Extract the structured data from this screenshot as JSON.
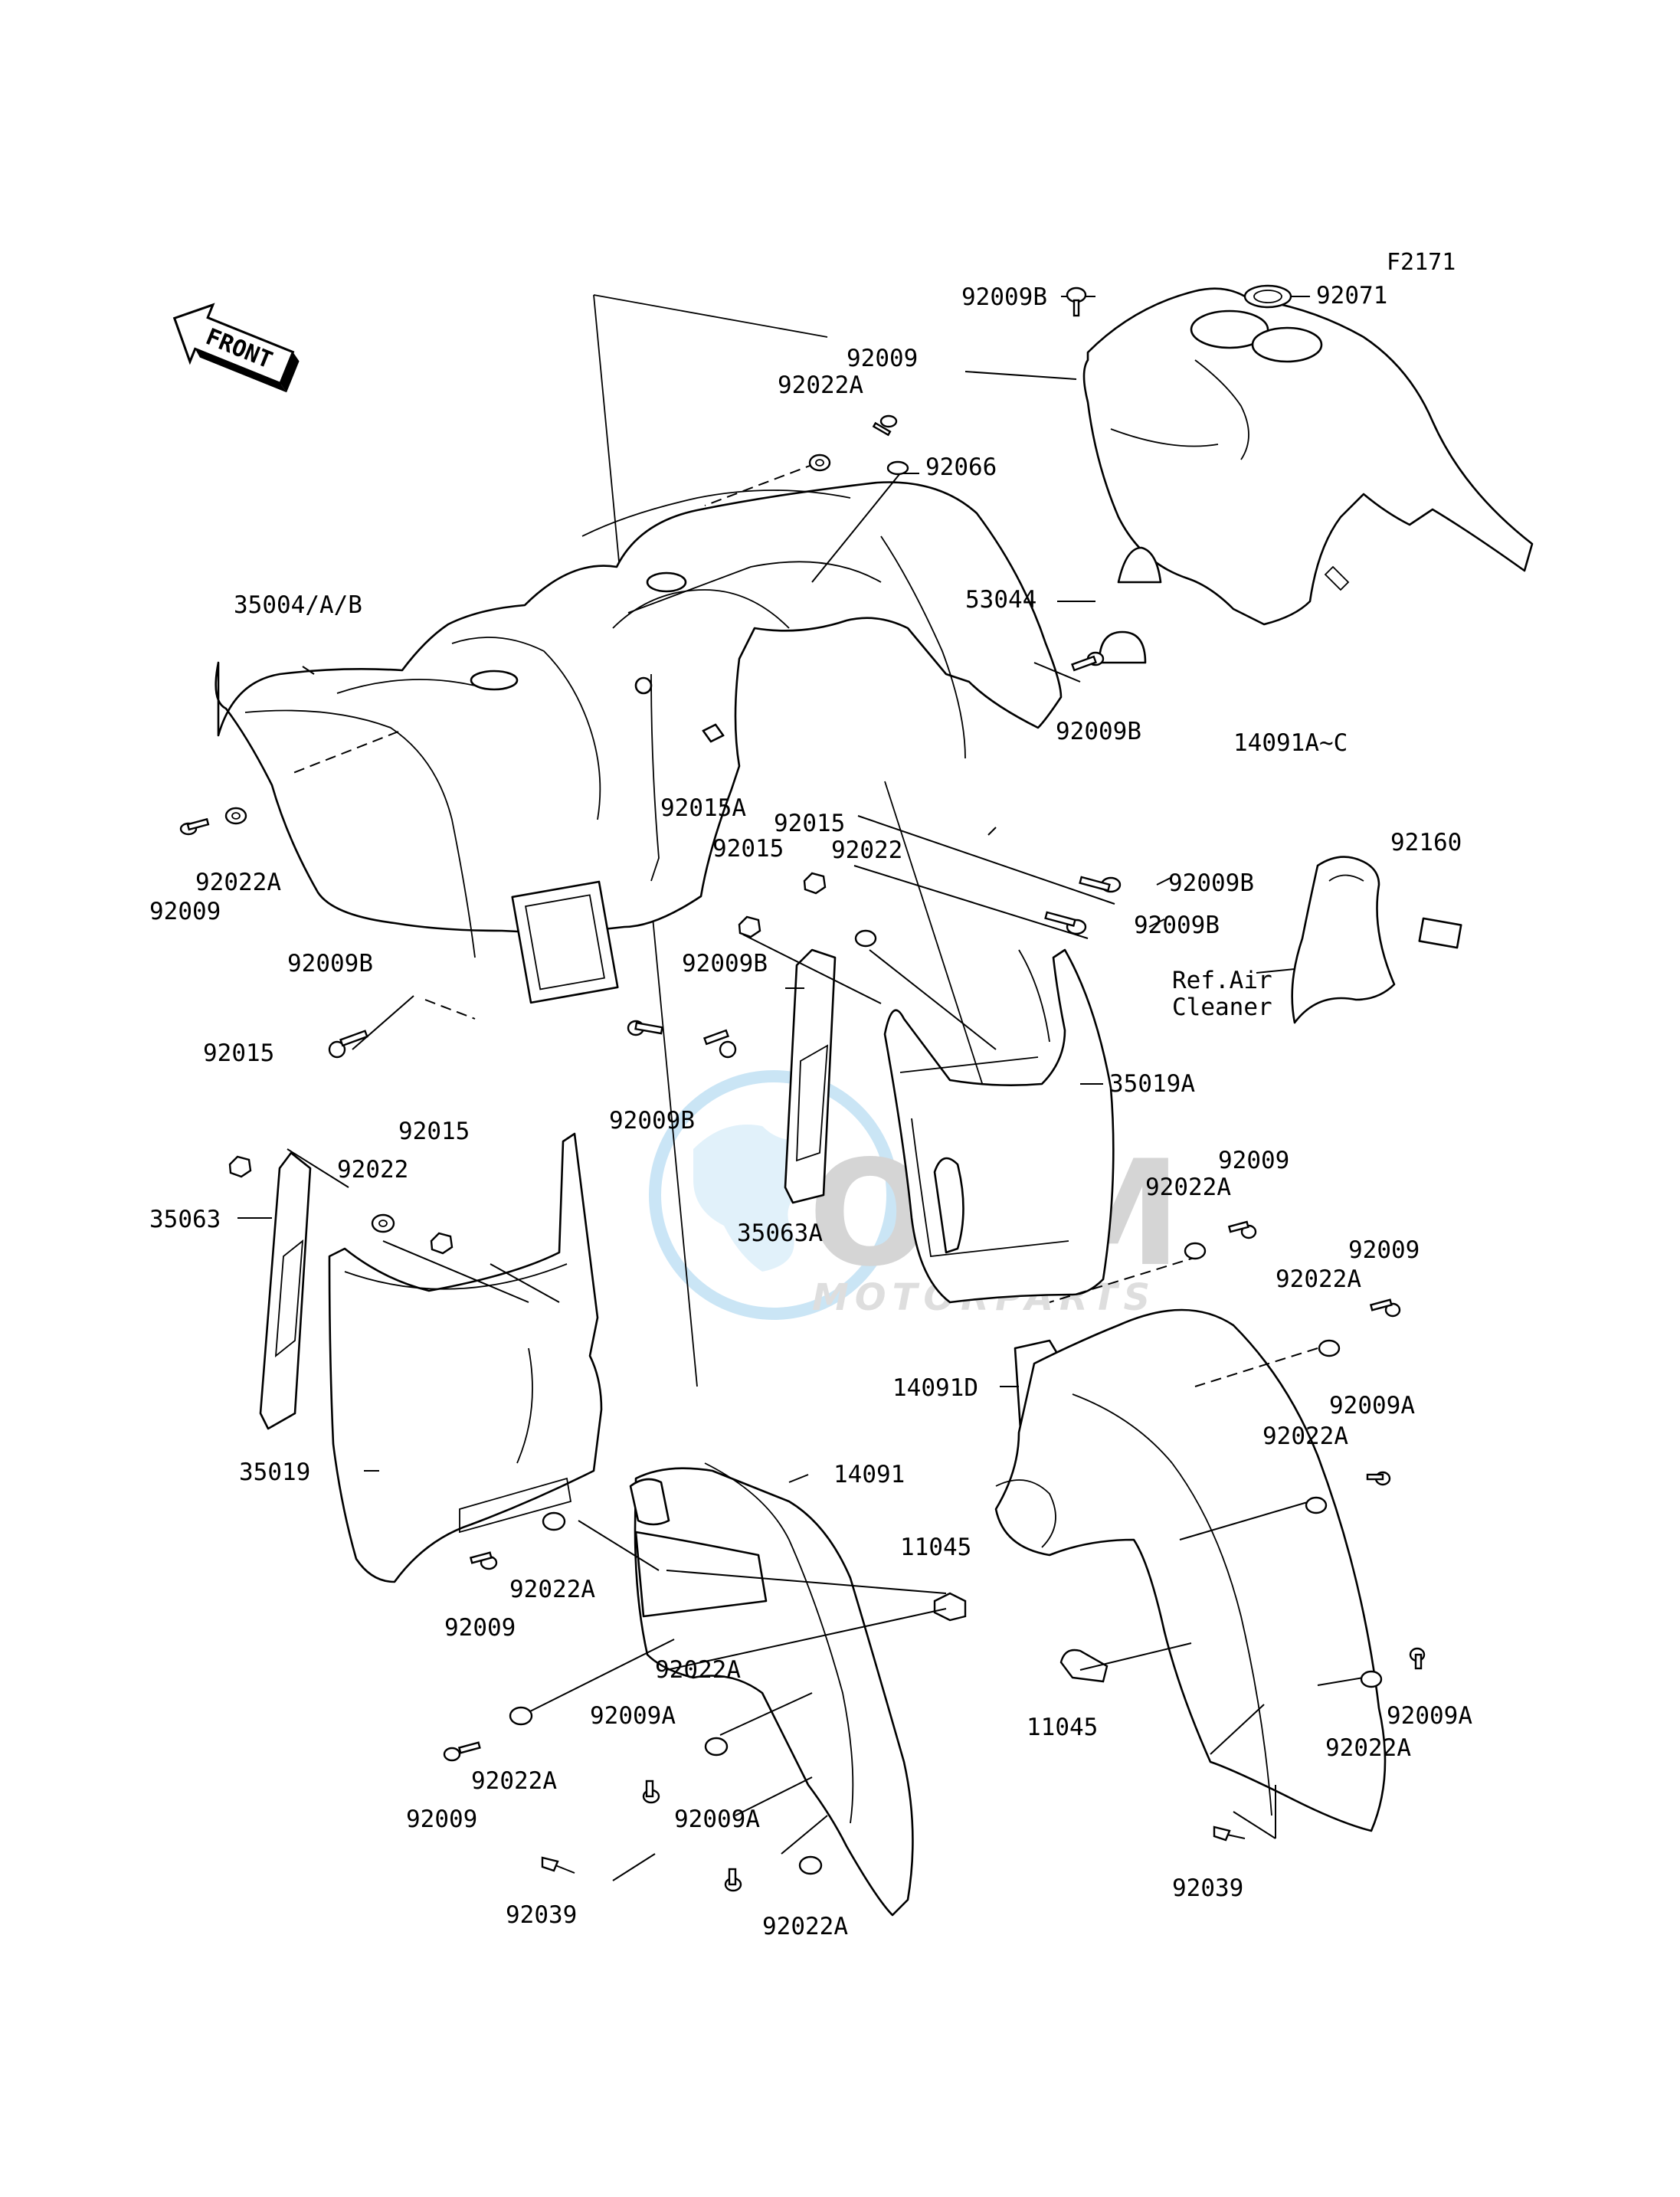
{
  "diagram_id": "F2171",
  "front_arrow": "FRONT",
  "watermark": {
    "brand": "OSM",
    "sub": "MOTORPARTS"
  },
  "parts": {
    "p92009B_top": "92009B",
    "p92071": "92071",
    "p92009_top": "92009",
    "p92022A_top": "92022A",
    "p92066": "92066",
    "p35004": "35004/A/B",
    "p53044": "53044",
    "p92009B_r1": "92009B",
    "p14091AC": "14091A~C",
    "p92015A": "92015A",
    "p92015_a": "92015",
    "p92015_b": "92015",
    "p92022_mid": "92022",
    "p92160": "92160",
    "p92009B_r2": "92009B",
    "p92009B_r3": "92009B",
    "p92022A_left": "92022A",
    "p92009_left": "92009",
    "p92009B_left": "92009B",
    "p92009B_center": "92009B",
    "p92009B_bottom": "92009B",
    "p35019A": "35019A",
    "p92015_left": "92015",
    "p92015_left2": "92015",
    "p92022_left": "92022",
    "p35063": "35063",
    "p35063A": "35063A",
    "p92009_r4": "92009",
    "p92022A_r4": "92022A",
    "p92009_r5": "92009",
    "p92022A_r5": "92022A",
    "p14091D": "14091D",
    "p92009A_r6": "92009A",
    "p92022A_r6": "92022A",
    "p35019": "35019",
    "p14091": "14091",
    "p11045_a": "11045",
    "p92009_bl": "92009",
    "p92022A_bl": "92022A",
    "p92022A_b2": "92022A",
    "p92009A_b": "92009A",
    "p92022A_b3": "92022A",
    "p92009_b2": "92009",
    "p11045_b": "11045",
    "p92009A_r7": "92009A",
    "p92022A_r7": "92022A",
    "p92009A_b2": "92009A",
    "p92039_a": "92039",
    "p92022A_b4": "92022A",
    "p92039_b": "92039"
  },
  "ref_note": {
    "line1": "Ref.Air",
    "line2": "Cleaner"
  }
}
